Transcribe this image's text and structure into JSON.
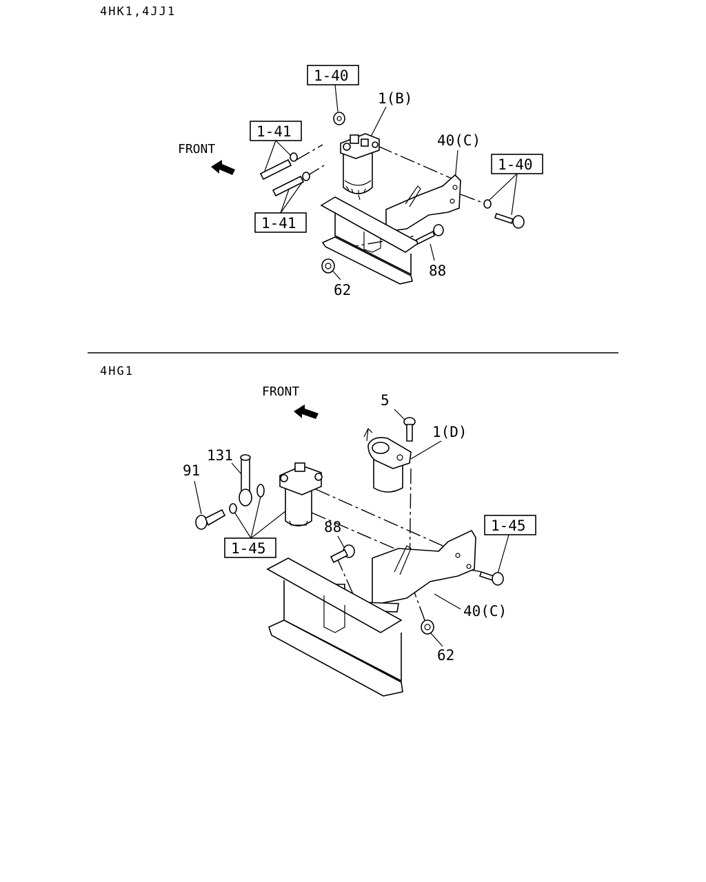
{
  "sections": [
    {
      "header": "4HK1,4JJ1",
      "front_label": "FRONT",
      "callouts": {
        "ref_1_40_top": "1-40",
        "ref_1_41_top": "1-41",
        "ref_1_41_bottom": "1-41",
        "ref_1_40_right": "1-40",
        "filter": "1(B)",
        "bracket": "40(C)",
        "bolt": "88",
        "nut": "62"
      }
    },
    {
      "header": "4HG1",
      "front_label": "FRONT",
      "callouts": {
        "bolt_top": "5",
        "filter": "1(D)",
        "hose": "131",
        "eye_bolt": "91",
        "ref_1_45_left": "1-45",
        "bolt": "88",
        "ref_1_45_right": "1-45",
        "bracket": "40(C)",
        "nut": "62"
      }
    }
  ]
}
